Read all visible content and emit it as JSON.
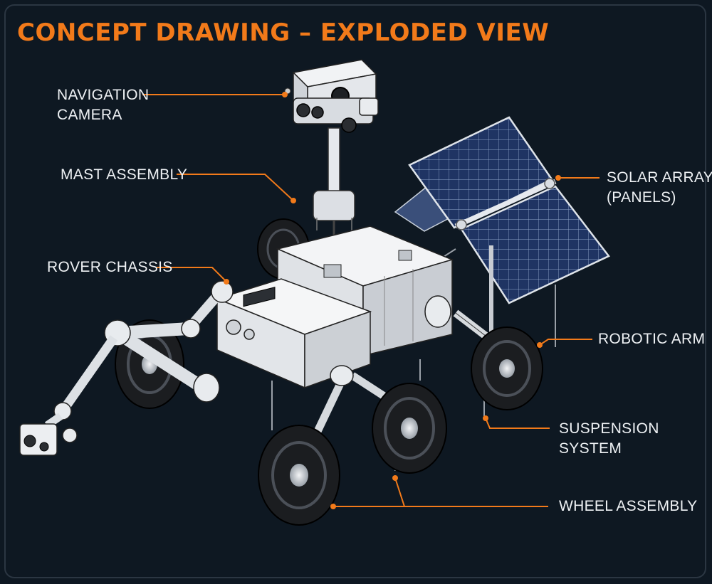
{
  "title": "CONCEPT DRAWING – EXPLODED VIEW",
  "colors": {
    "background": "#0e1822",
    "accent": "#f27a1a",
    "label_text": "#eef1f4",
    "panel_blue": "#1f3463",
    "metal": "#e3e6ea",
    "tire": "#1b1d20"
  },
  "labels": {
    "navigation_camera": [
      "NAVIGATION",
      "CAMERA"
    ],
    "mast_assembly": [
      "MAST ASSEMBLY"
    ],
    "rover_chassis": [
      "ROVER CHASSIS"
    ],
    "solar_array": [
      "SOLAR ARRAY",
      "(PANELS)"
    ],
    "robotic_arm": [
      "ROBOTIC ARM"
    ],
    "suspension_system": [
      "SUSPENSION",
      "SYSTEM"
    ],
    "wheel_assembly": [
      "WHEEL ASSEMBLY"
    ]
  }
}
